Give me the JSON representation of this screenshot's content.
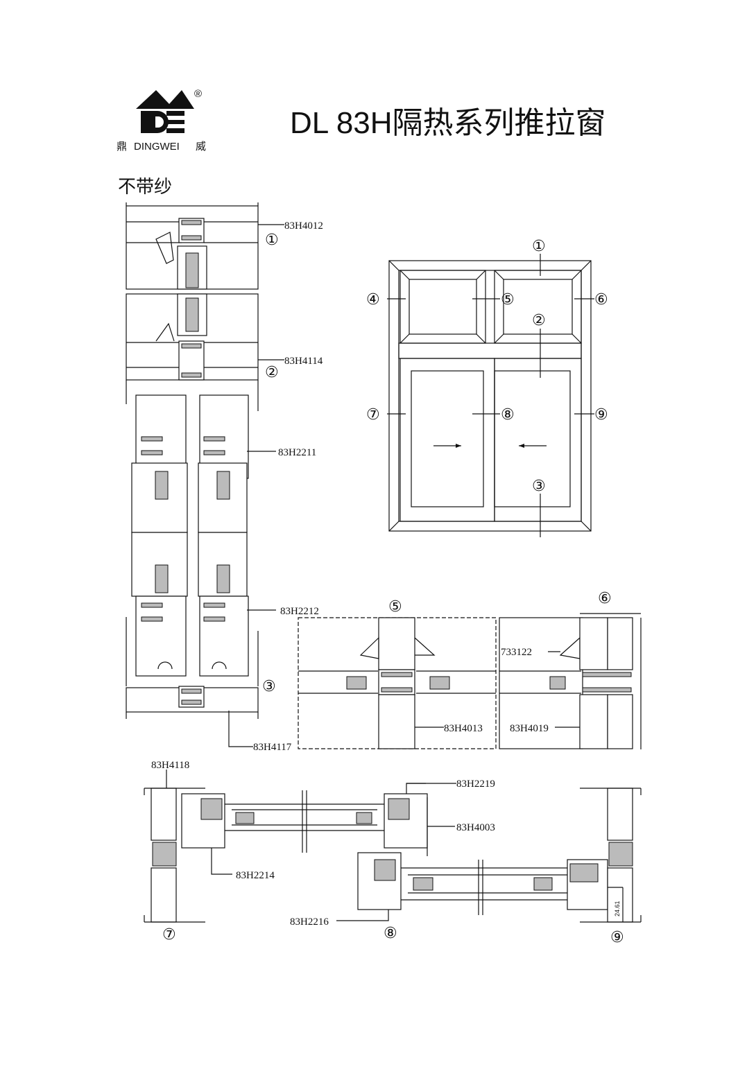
{
  "logo": {
    "brand": "DINGWEI",
    "left_char": "鼎",
    "right_char": "威",
    "registered": "®",
    "mark": "DE"
  },
  "title": "DL  83H隔热系列推拉窗",
  "subtitle": "不带纱",
  "markers": [
    "①",
    "②",
    "③",
    "④",
    "⑤",
    "⑥",
    "⑦",
    "⑧",
    "⑨"
  ],
  "parts": {
    "p4012": "83H4012",
    "p4114": "83H4114",
    "p2211": "83H2211",
    "p2212": "83H2212",
    "p4117": "83H4117",
    "p4013": "83H4013",
    "p4019": "83H4019",
    "p733122": "733122",
    "p4118": "83H4118",
    "p2219": "83H2219",
    "p4003": "83H4003",
    "p2214": "83H2214",
    "p2216": "83H2216"
  },
  "dimension": "24.61"
}
